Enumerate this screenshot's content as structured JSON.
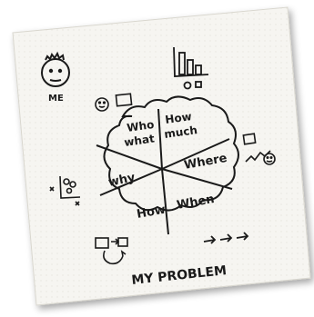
{
  "image": {
    "description_free": true,
    "ink_color": "#1a1a1a",
    "napkin_color": "#f7f6f2",
    "background_color": "#ffffff"
  },
  "labels": {
    "me": "ME",
    "who": "Who",
    "what": "what",
    "how_much_1": "How",
    "how_much_2": "much",
    "where": "Where",
    "why": "why",
    "how": "How",
    "when": "When",
    "title": "MY PROBLEM"
  }
}
